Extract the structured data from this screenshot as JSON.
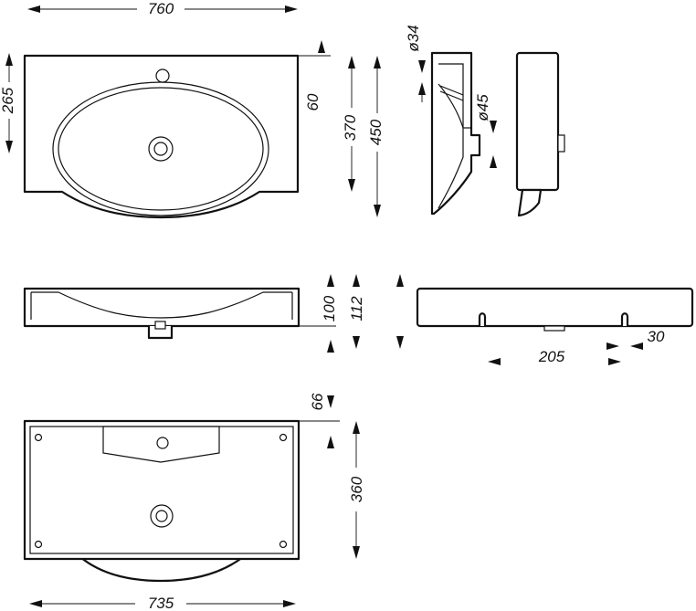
{
  "dimensions": {
    "top_width": "760",
    "top_depth_left": "265",
    "top_edge_offset": "60",
    "top_depth_370": "370",
    "top_depth_450": "450",
    "tap_hole_diameter": "ø34",
    "drain_diameter": "ø45",
    "front_height_100": "100",
    "front_height_112": "112",
    "rear_mount_spacing": "205",
    "rear_mount_offset": "30",
    "bottom_offset_66": "66",
    "bottom_depth_360": "360",
    "bottom_width": "735"
  },
  "colors": {
    "line": "#111111",
    "background": "#ffffff"
  }
}
